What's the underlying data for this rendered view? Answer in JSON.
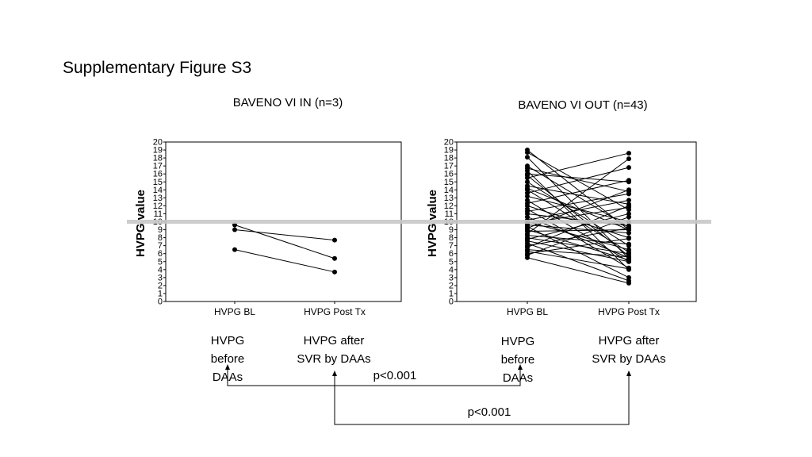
{
  "page": {
    "title": "Supplementary Figure S3"
  },
  "annotations": {
    "before_label": "HVPG\nbefore\nDAAs",
    "after_label": "HVPG after\nSVR by DAAs",
    "p_value_inner": "p<0.001",
    "p_value_outer": "p<0.001"
  },
  "colors": {
    "threshold_line": "#c8c8c8",
    "lines": "#000000"
  },
  "chart_data": [
    {
      "type": "line",
      "title": "BAVENO VI IN (n=3)",
      "ylabel": "HVPG value",
      "categories": [
        "HVPG BL",
        "HVPG Post Tx"
      ],
      "ylim": [
        0,
        20
      ],
      "yticks": [
        0,
        1,
        2,
        3,
        4,
        5,
        6,
        7,
        8,
        9,
        10,
        11,
        12,
        13,
        14,
        15,
        16,
        17,
        18,
        19,
        20
      ],
      "threshold": 10,
      "grid": false,
      "pairs": [
        [
          9.6,
          5.4
        ],
        [
          9.0,
          7.7
        ],
        [
          6.5,
          3.7
        ]
      ]
    },
    {
      "type": "line",
      "title": "BAVENO VI OUT (n=43)",
      "ylabel": "HVPG value",
      "categories": [
        "HVPG BL",
        "HVPG Post Tx"
      ],
      "ylim": [
        0,
        20
      ],
      "yticks": [
        0,
        1,
        2,
        3,
        4,
        5,
        6,
        7,
        8,
        9,
        10,
        11,
        12,
        13,
        14,
        15,
        16,
        17,
        18,
        19,
        20
      ],
      "threshold": 10,
      "grid": false,
      "pairs": [
        [
          19.0,
          9.0
        ],
        [
          18.7,
          11.5
        ],
        [
          18.1,
          5.4
        ],
        [
          17.0,
          9.3
        ],
        [
          16.7,
          13.8
        ],
        [
          16.4,
          4.0
        ],
        [
          16.0,
          15.0
        ],
        [
          15.8,
          5.7
        ],
        [
          15.5,
          18.6
        ],
        [
          15.0,
          7.0
        ],
        [
          14.5,
          12.2
        ],
        [
          14.2,
          9.0
        ],
        [
          14.0,
          6.2
        ],
        [
          13.6,
          16.8
        ],
        [
          13.2,
          10.0
        ],
        [
          12.7,
          5.0
        ],
        [
          12.3,
          15.2
        ],
        [
          12.0,
          8.0
        ],
        [
          11.6,
          4.2
        ],
        [
          11.3,
          13.5
        ],
        [
          11.0,
          9.5
        ],
        [
          10.6,
          5.5
        ],
        [
          10.2,
          12.7
        ],
        [
          10.0,
          6.5
        ],
        [
          9.8,
          11.8
        ],
        [
          9.6,
          8.6
        ],
        [
          9.4,
          3.0
        ],
        [
          9.2,
          14.0
        ],
        [
          9.0,
          5.2
        ],
        [
          8.8,
          9.0
        ],
        [
          8.5,
          17.9
        ],
        [
          8.3,
          7.2
        ],
        [
          8.0,
          6.0
        ],
        [
          7.8,
          11.0
        ],
        [
          7.6,
          5.0
        ],
        [
          7.3,
          2.6
        ],
        [
          7.0,
          9.2
        ],
        [
          6.8,
          12.0
        ],
        [
          6.5,
          5.6
        ],
        [
          6.3,
          4.1
        ],
        [
          6.0,
          7.9
        ],
        [
          5.8,
          10.6
        ],
        [
          5.5,
          2.3
        ]
      ]
    }
  ]
}
